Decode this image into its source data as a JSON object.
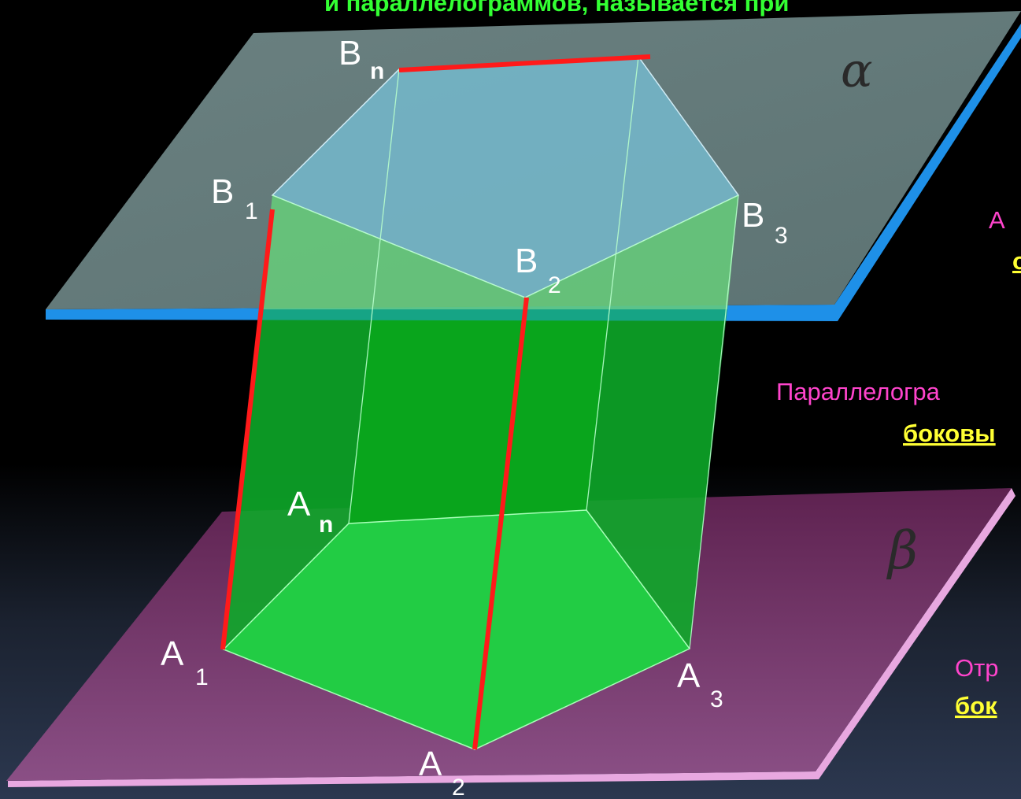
{
  "title_fragment": "и параллелограммов, называется при",
  "planes": {
    "top": "α",
    "bottom": "β"
  },
  "vertices": {
    "B1": {
      "base": "B",
      "index": "1"
    },
    "B2": {
      "base": "B",
      "index": "2"
    },
    "B3": {
      "base": "B",
      "index": "3"
    },
    "Bn": {
      "base": "B",
      "index": "n"
    },
    "A1": {
      "base": "A",
      "index": "1"
    },
    "A2": {
      "base": "A",
      "index": "2"
    },
    "A3": {
      "base": "A",
      "index": "3"
    },
    "An": {
      "base": "A",
      "index": "n"
    }
  },
  "side_texts": {
    "t1_line1": "А",
    "t1_line2": "о",
    "t2_line1": "Параллелогра",
    "t2_line2": "боковы",
    "t3_line1": "Отр",
    "t3_line2": "бок"
  },
  "colors": {
    "edge_highlight": "#ff1a1a",
    "top_plane": "#6a8080",
    "bottom_plane": "#7a3f72",
    "prism_face": "#22cc44",
    "side_text_pink": "#ff44cc",
    "side_text_yellow": "#ffff33",
    "title_green": "#33ff33"
  }
}
